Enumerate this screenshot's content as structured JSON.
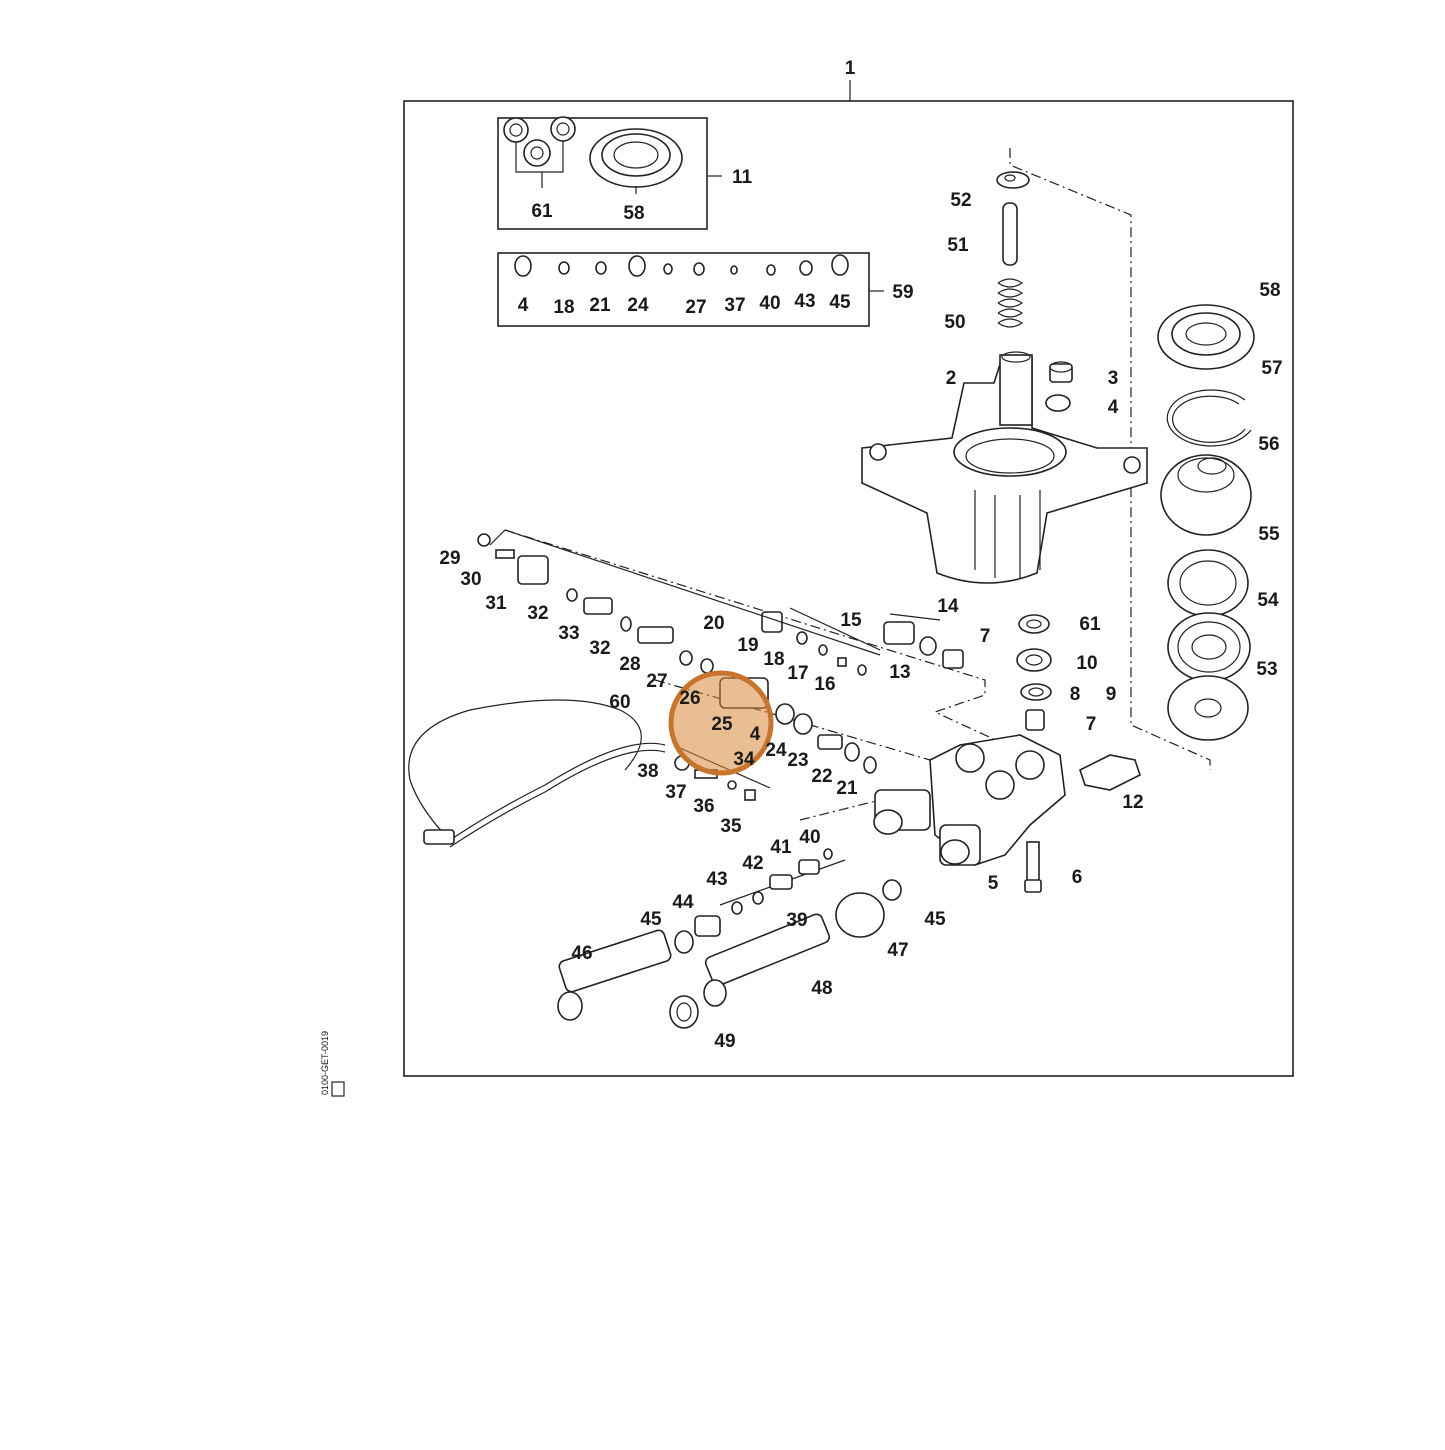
{
  "diagram": {
    "assembly_label": "1",
    "kits": {
      "seal_kit": {
        "label": "11",
        "contents": [
          "61",
          "58"
        ]
      },
      "oring_kit": {
        "label": "59",
        "contents": [
          "4",
          "18",
          "21",
          "24",
          "27",
          "37",
          "40",
          "43",
          "45"
        ]
      }
    },
    "callouts": [
      "52",
      "51",
      "50",
      "2",
      "3",
      "4",
      "58",
      "57",
      "56",
      "55",
      "54",
      "53",
      "29",
      "30",
      "31",
      "32",
      "33",
      "32",
      "28",
      "27",
      "20",
      "15",
      "19",
      "18",
      "17",
      "16",
      "14",
      "13",
      "7",
      "61",
      "10",
      "8",
      "9",
      "7",
      "26",
      "25",
      "4",
      "34",
      "24",
      "23",
      "22",
      "21",
      "60",
      "38",
      "37",
      "36",
      "35",
      "12",
      "5",
      "6",
      "40",
      "41",
      "42",
      "43",
      "44",
      "45",
      "39",
      "45",
      "47",
      "46",
      "48",
      "49"
    ],
    "highlight": {
      "color": "#c8742a",
      "label": "highlighted-parts"
    },
    "side_code": "0100-GET-0019",
    "accent_color": "#d9893a"
  }
}
